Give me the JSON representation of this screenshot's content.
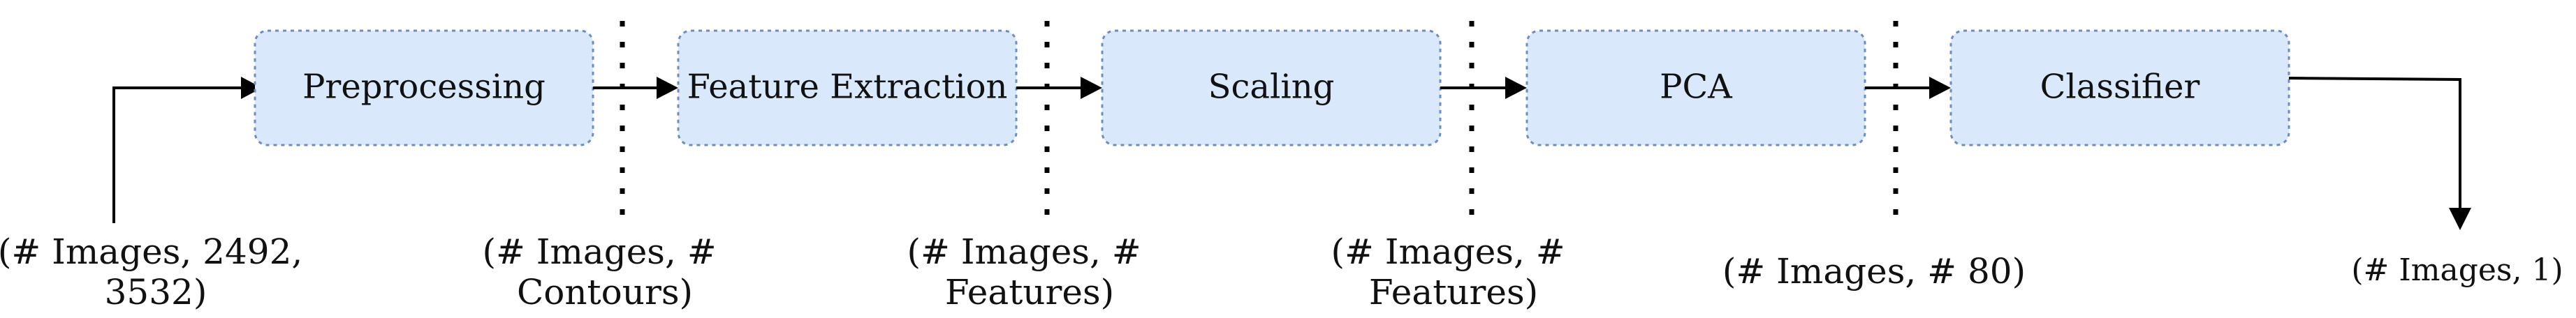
{
  "stages": [
    {
      "label": "Preprocessing"
    },
    {
      "label": "Feature Extraction"
    },
    {
      "label": "Scaling"
    },
    {
      "label": "PCA"
    },
    {
      "label": "Classifier"
    }
  ],
  "shapes": [
    {
      "lines": [
        "(# Images, 2492,",
        "3532)"
      ]
    },
    {
      "lines": [
        "(# Images, #",
        "Contours)"
      ]
    },
    {
      "lines": [
        "(# Images, #",
        "Features)"
      ]
    },
    {
      "lines": [
        "(# Images, #",
        "Features)"
      ]
    },
    {
      "lines": [
        "(# Images, # 80)"
      ]
    },
    {
      "lines": [
        "(# Images, 1)"
      ]
    }
  ],
  "colors": {
    "box_fill": "#dae8fc",
    "box_border": "#6c8ebf",
    "line": "#000000"
  }
}
